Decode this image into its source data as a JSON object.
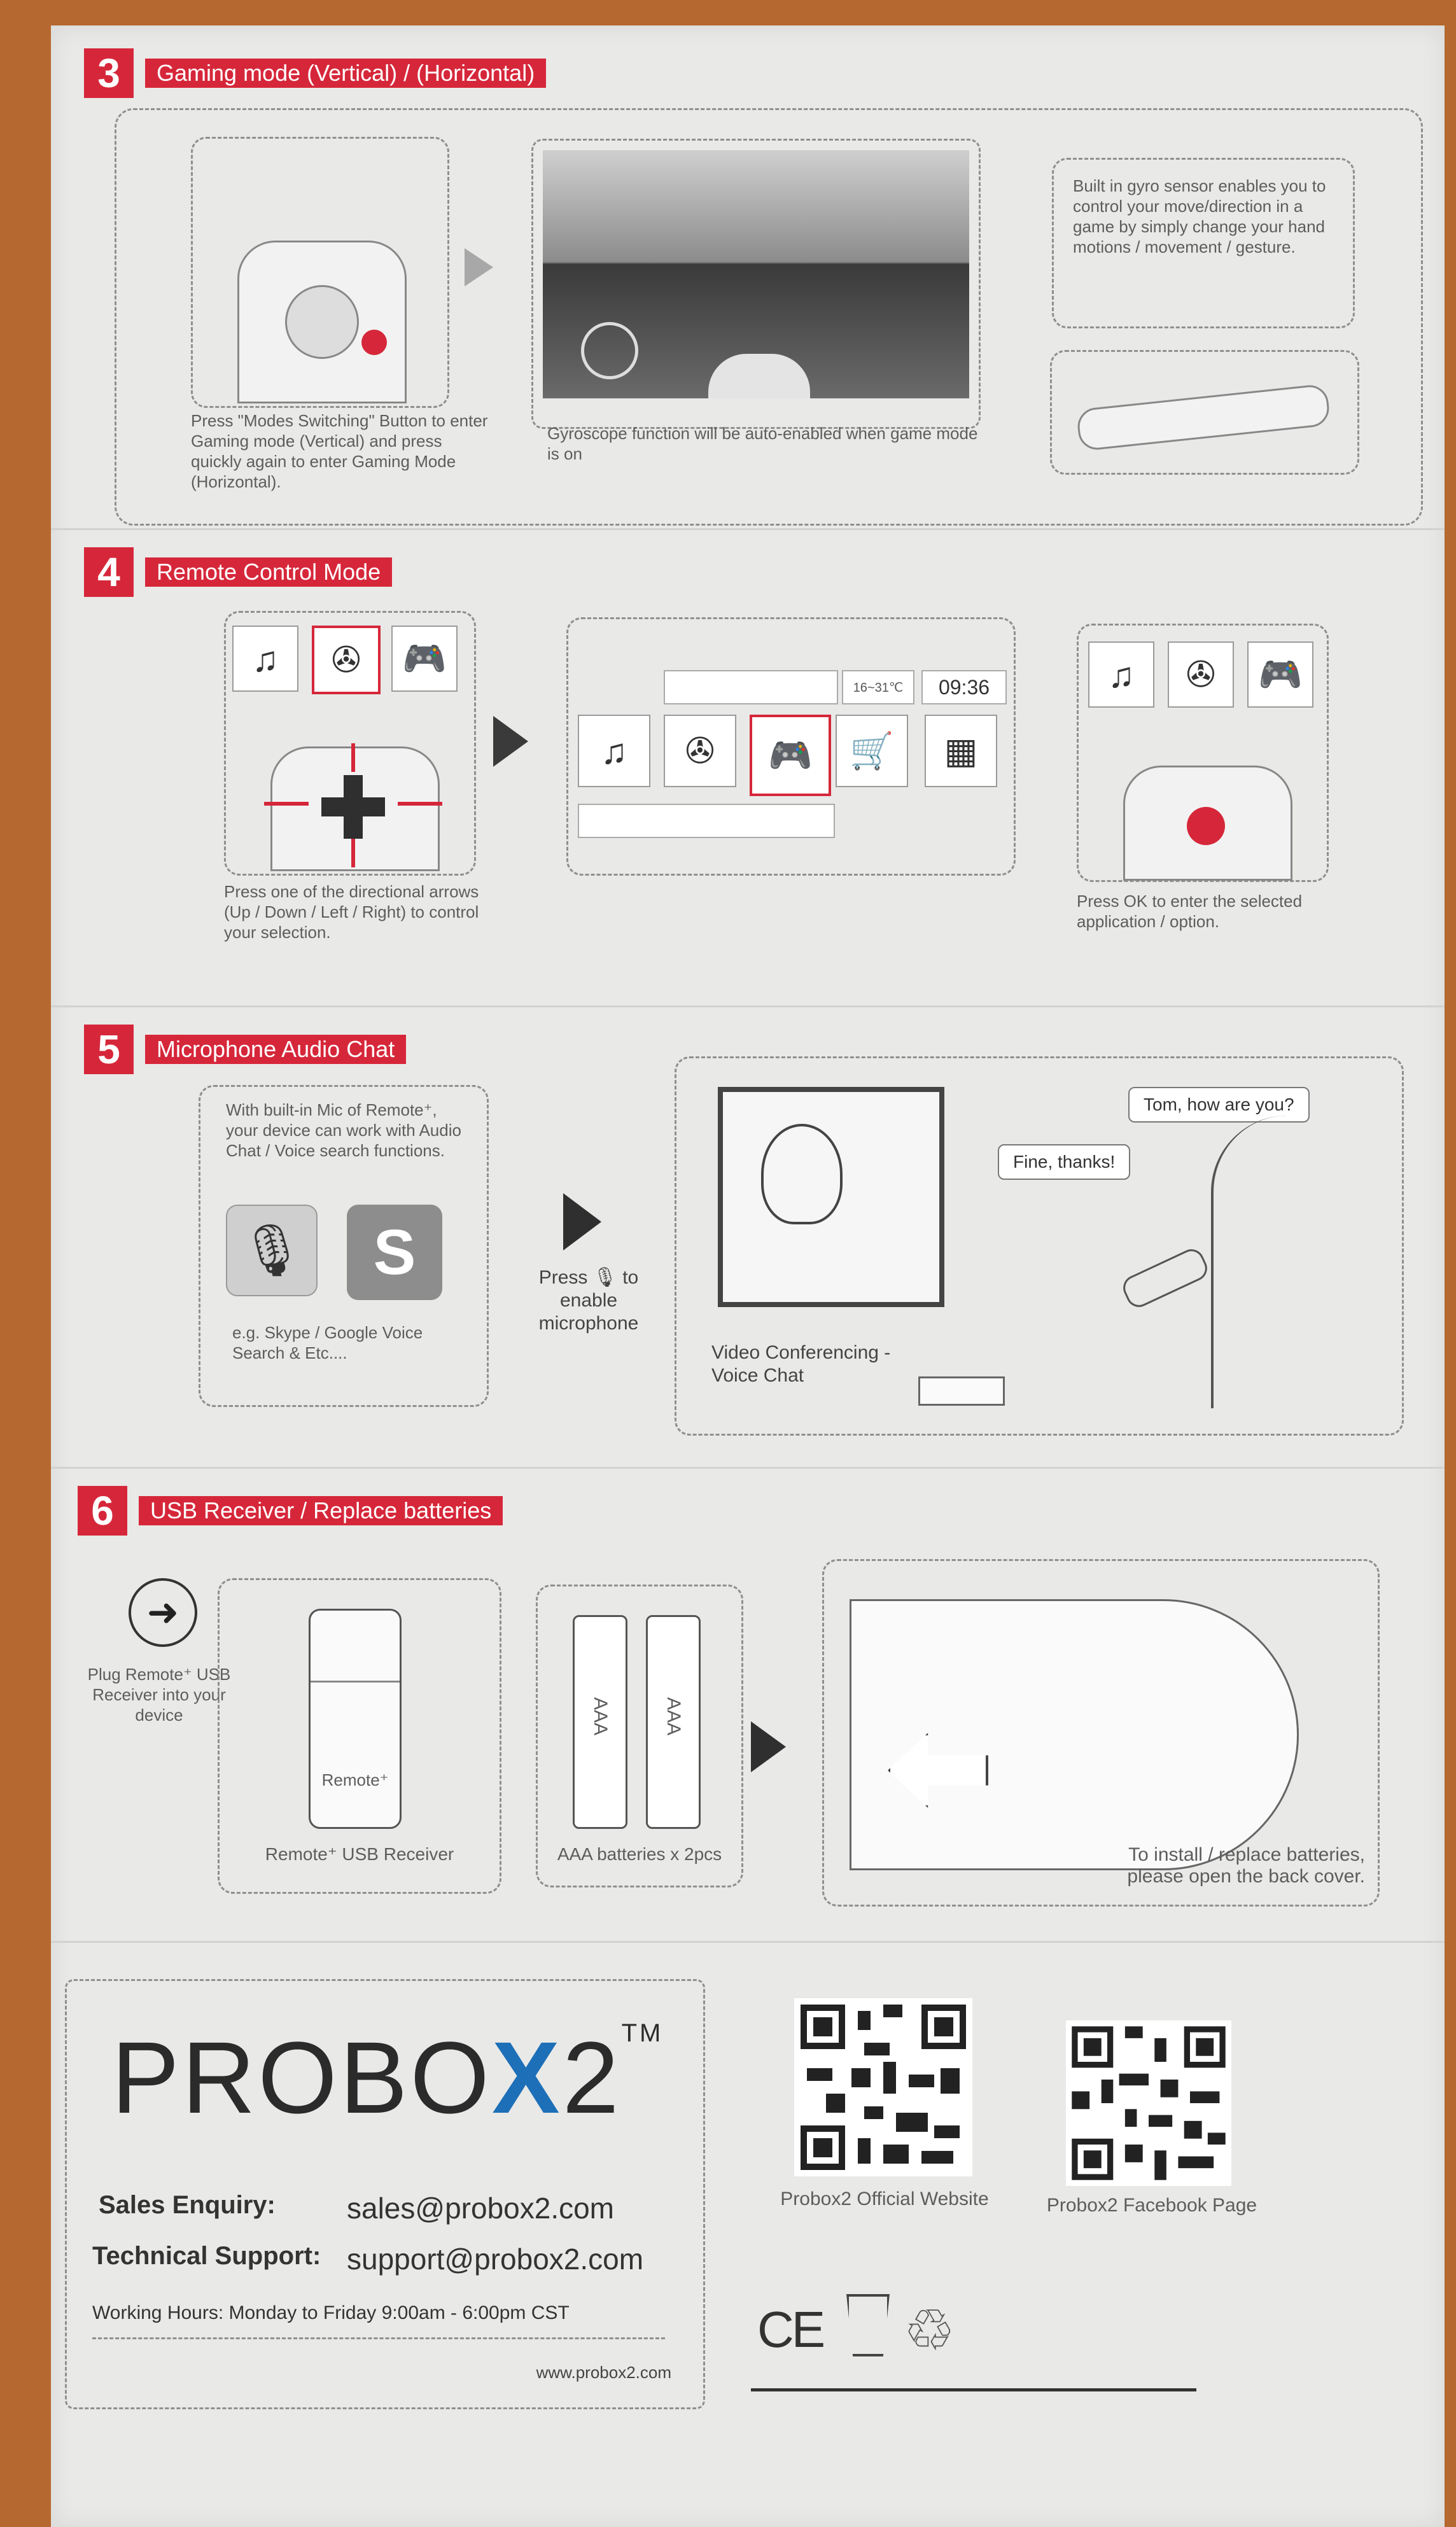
{
  "sections": {
    "gaming": {
      "number": "3",
      "title": "Gaming mode (Vertical) / (Horizontal)",
      "cap_modes": "Press \"Modes Switching\" Button to enter Gaming mode (Vertical) and press quickly again to enter Gaming Mode (Horizontal).",
      "cap_gyro": "Gyroscope function will be auto-enabled when game mode is on",
      "cap_sensor": "Built in gyro sensor enables you to control your move/direction in a game by simply change your hand motions / movement / gesture."
    },
    "remote": {
      "number": "4",
      "title": "Remote Control Mode",
      "cap_arrows": "Press one of the directional arrows (Up / Down / Left / Right) to control your selection.",
      "cap_ok": "Press OK to enter the selected application / option.",
      "clock": "09:36",
      "weather": "16~31℃"
    },
    "mic": {
      "number": "5",
      "title": "Microphone Audio Chat",
      "cap_mic": "With built-in Mic of Remote⁺, your device can work with Audio Chat / Voice search functions.",
      "cap_skype": "e.g. Skype / Google Voice Search & Etc....",
      "press_pre": "Press",
      "press_post": "to enable microphone",
      "bubble_tom": "Tom, how are you?",
      "bubble_fine": "Fine, thanks!",
      "cap_video": "Video Conferencing - Voice Chat",
      "skype_letter": "S"
    },
    "usb": {
      "number": "6",
      "title": "USB Receiver / Replace batteries",
      "cap_plug": "Plug Remote⁺ USB Receiver into your device",
      "receiver_label": "Remote⁺",
      "cap_receiver": "Remote⁺ USB Receiver",
      "battery_label": "AAA",
      "cap_batteries": "AAA batteries x 2pcs",
      "cap_cover": "To install / replace batteries, please open the back cover."
    }
  },
  "footer": {
    "logo_a": "PROBO",
    "logo_x": "X",
    "logo_b": "2",
    "logo_tm": "TM",
    "sales_label": "Sales Enquiry:",
    "sales_email": "sales@probox2.com",
    "support_label": "Technical Support:",
    "support_email": "support@probox2.com",
    "hours": "Working Hours: Monday to Friday 9:00am - 6:00pm CST",
    "website": "www.probox2.com",
    "qr_website": "Probox2 Official Website",
    "qr_facebook": "Probox2 Facebook Page",
    "ce_mark": "CE"
  },
  "colors": {
    "accent": "#d6273a",
    "paper": "#e9e9e7",
    "wood": "#b5682f",
    "logo_x": "#1d6fb8"
  }
}
